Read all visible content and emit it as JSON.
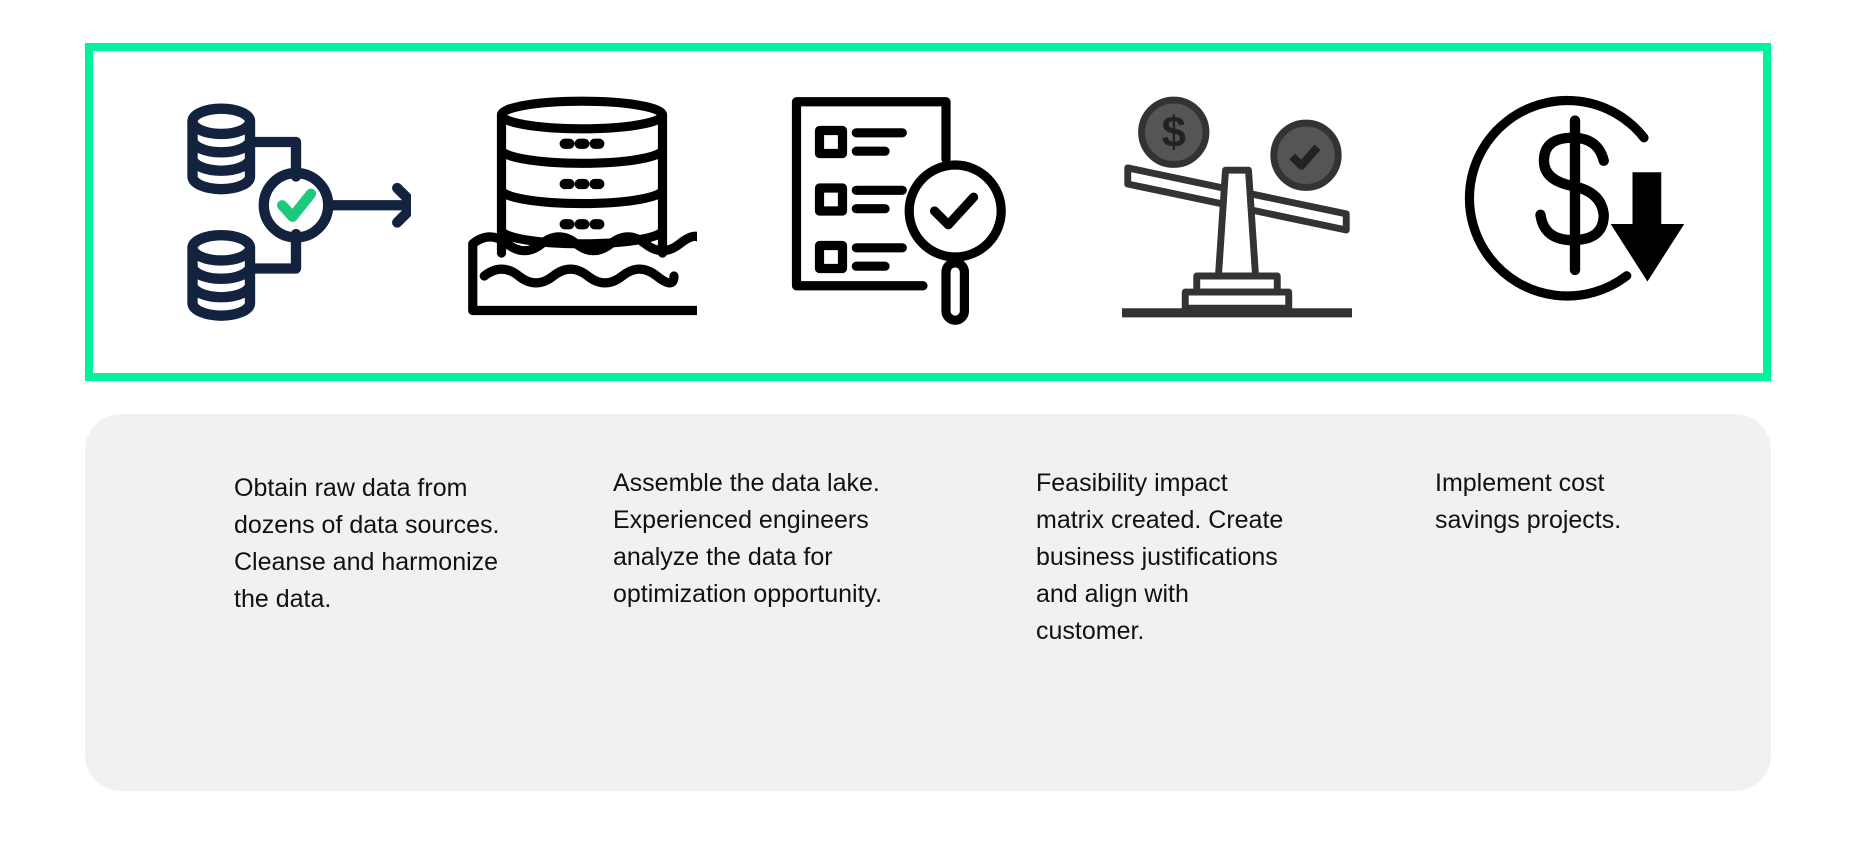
{
  "colors": {
    "frame": "#00F29B",
    "panel": "#F1F1F1",
    "navy": "#13233F",
    "check_green": "#1DC97A"
  },
  "steps": [
    {
      "icon": "database-validation-icon",
      "text": "Obtain raw data from dozens of data sources. Cleanse and harmonize the data."
    },
    {
      "icon": "data-lake-icon",
      "text": "Assemble the data lake. Experienced engineers analyze the data for optimization opportunity."
    },
    {
      "icon": "checklist-magnifier-icon",
      "text": "Feasibility impact matrix created. Create business justifications and align with customer."
    },
    {
      "icon": "balance-scale-dollar-icon",
      "text": "Implement cost savings projects."
    },
    {
      "icon": "dollar-decrease-icon",
      "text": ""
    }
  ]
}
